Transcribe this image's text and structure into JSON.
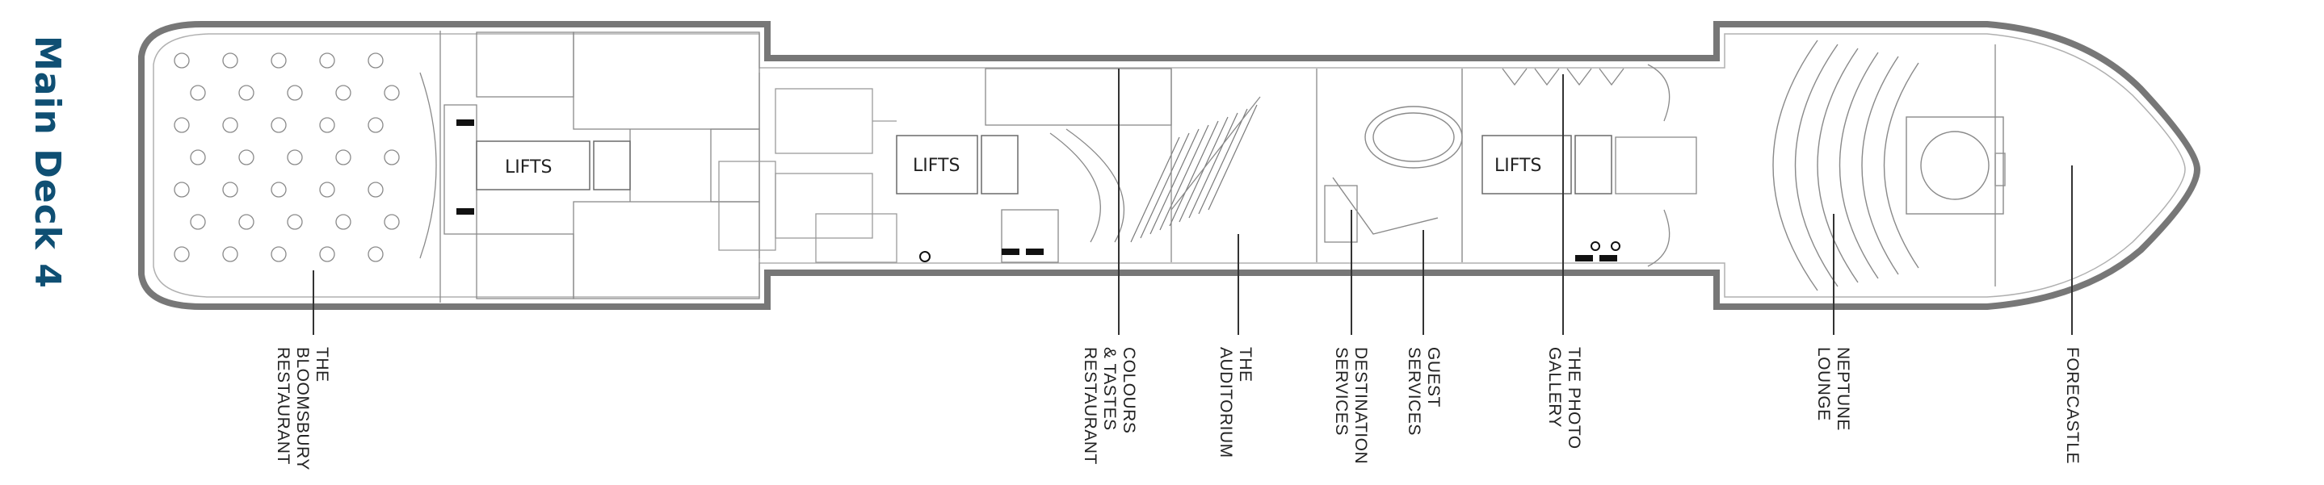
{
  "deck_title": "Main Deck 4",
  "colors": {
    "title": "#0f4f73",
    "hull": "#777777",
    "lines": "#9a9a9a",
    "text": "#222222"
  },
  "lifts": [
    {
      "label": "LIFTS"
    },
    {
      "label": "LIFTS"
    },
    {
      "label": "LIFTS"
    }
  ],
  "venues": [
    {
      "id": "bloomsbury",
      "label": "THE\nBLOOMSBURY\nRESTAURANT"
    },
    {
      "id": "colours",
      "label": "COLOURS\n& TASTES\nRESTAURANT"
    },
    {
      "id": "auditorium",
      "label": "THE\nAUDITORIUM"
    },
    {
      "id": "destination",
      "label": "DESTINATION\nSERVICES"
    },
    {
      "id": "guest",
      "label": "GUEST\nSERVICES"
    },
    {
      "id": "photo",
      "label": "THE PHOTO\nGALLERY"
    },
    {
      "id": "neptune",
      "label": "NEPTUNE\nLOUNGE"
    },
    {
      "id": "forecastle",
      "label": "FORECASTLE"
    }
  ],
  "icons": [
    "wheelchair-icon",
    "toilet-icon"
  ]
}
